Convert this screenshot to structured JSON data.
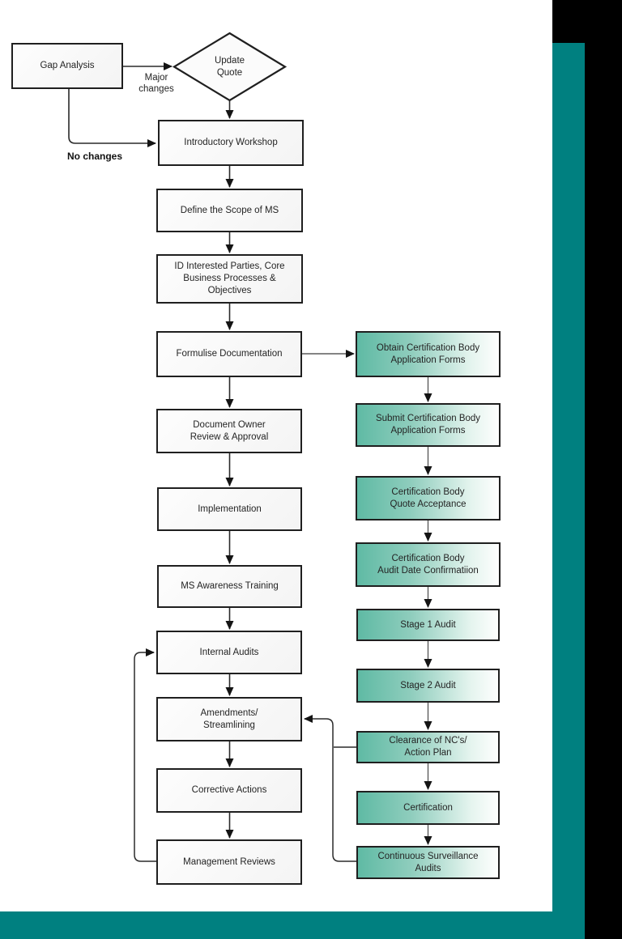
{
  "nodes": {
    "gap_analysis": {
      "label": "Gap Analysis"
    },
    "update_quote": {
      "label": "Update\nQuote"
    },
    "intro_workshop": {
      "label": "Introductory Workshop"
    },
    "define_scope": {
      "label": "Define the Scope of MS"
    },
    "id_parties": {
      "label": "ID Interested Parties, Core\nBusiness Processes &\nObjectives"
    },
    "formulise_docs": {
      "label": "Formulise Documentation"
    },
    "document_owner": {
      "label": "Document Owner\nReview & Approval"
    },
    "implementation": {
      "label": "Implementation"
    },
    "ms_awareness": {
      "label": "MS Awareness Training"
    },
    "internal_audits": {
      "label": "Internal Audits"
    },
    "amendments": {
      "label": "Amendments/\nStreamlining"
    },
    "corrective_actions": {
      "label": "Corrective Actions"
    },
    "management_reviews": {
      "label": "Management Reviews"
    },
    "obtain_forms": {
      "label": "Obtain Certification Body\nApplication Forms"
    },
    "submit_forms": {
      "label": "Submit Certification Body\nApplication Forms"
    },
    "quote_acceptance": {
      "label": "Certification Body\nQuote Acceptance"
    },
    "audit_date": {
      "label": "Certification Body\nAudit Date Confirmatiion"
    },
    "stage1_audit": {
      "label": "Stage 1 Audit"
    },
    "stage2_audit": {
      "label": "Stage 2 Audit"
    },
    "clearance_nc": {
      "label": "Clearance of NC's/\nAction Plan"
    },
    "certification": {
      "label": "Certification"
    },
    "surveillance_audits": {
      "label": "Continuous Surveillance\nAudits"
    }
  },
  "edge_labels": {
    "major_changes": "Major\nchanges",
    "no_changes": "No changes"
  },
  "colors": {
    "teal_band": "#008080",
    "black_band": "#000000",
    "green_box_start": "#5fbaa4",
    "green_box_end": "#ffffff",
    "box_border": "#1f1f1f",
    "connector": "#3a3a3a",
    "text": "#242424"
  }
}
